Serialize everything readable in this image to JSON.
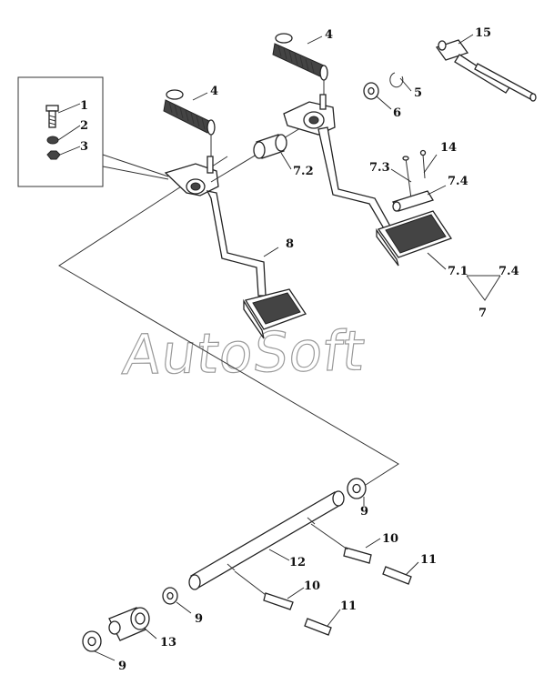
{
  "labels": {
    "p1": "1",
    "p2": "2",
    "p3": "3",
    "p4a": "4",
    "p4b": "4",
    "p5": "5",
    "p6": "6",
    "p7": "7",
    "p71": "7.1",
    "p72": "7.2",
    "p73": "7.3",
    "p74a": "7.4",
    "p74b": "7.4",
    "p8": "8",
    "p9a": "9",
    "p9b": "9",
    "p9c": "9",
    "p10a": "10",
    "p10b": "10",
    "p11a": "11",
    "p11b": "11",
    "p12": "12",
    "p13": "13",
    "p14": "14",
    "p15": "15"
  },
  "watermark": "AutoSoft"
}
